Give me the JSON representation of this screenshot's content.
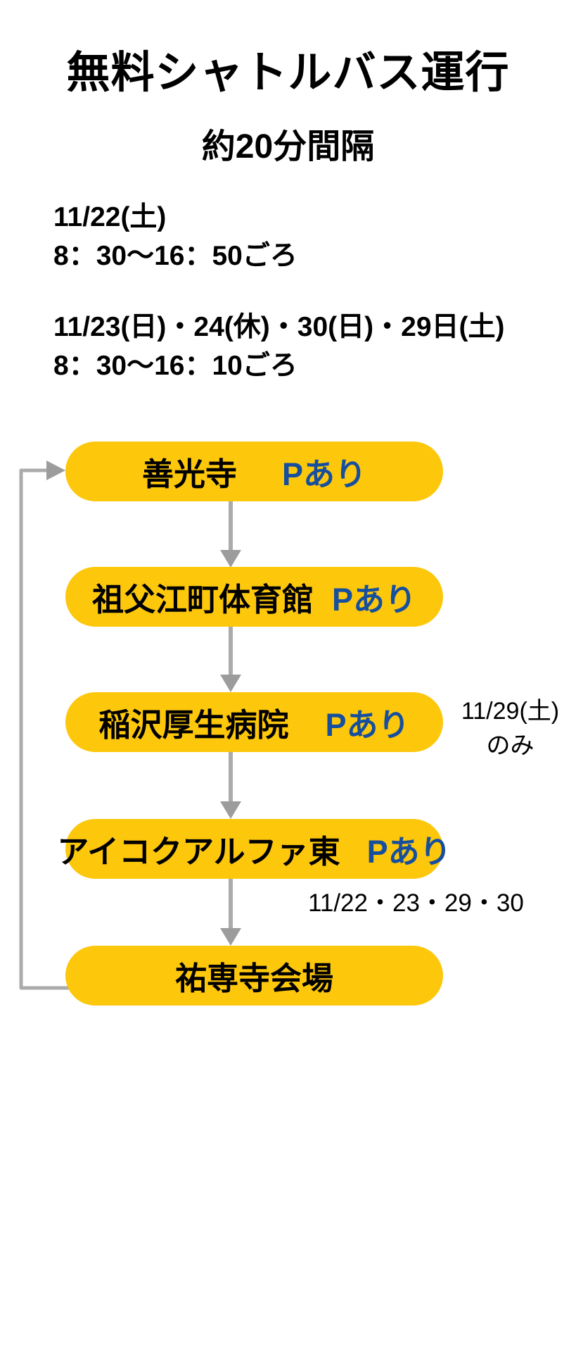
{
  "header": {
    "title": "無料シャトルバス運行",
    "subtitle": "約20分間隔"
  },
  "schedule": [
    {
      "dates": "11/22(土)",
      "time": "8：30～16：50ごろ"
    },
    {
      "dates": "11/23(日)・24(休)・30(日)・29日(土)",
      "time": "8：30～16：10ごろ"
    }
  ],
  "route": {
    "stops": [
      {
        "name": "善光寺",
        "parking": "Pあり"
      },
      {
        "name": "祖父江町体育館",
        "parking": "Pあり"
      },
      {
        "name": "稲沢厚生病院",
        "parking": "Pあり",
        "note_line1": "11/29(土)",
        "note_line2": "のみ"
      },
      {
        "name": "アイコクアルファ東",
        "parking": "Pあり",
        "note_below": "11/22・23・29・30"
      },
      {
        "name": "祐専寺会場",
        "parking": ""
      }
    ],
    "loop": "祐専寺会場から善光寺へ戻る"
  },
  "colors": {
    "pill_yellow": "#fdc70c",
    "parking_blue": "#164f9e",
    "arrow_gray": "#ababab",
    "arrowhead_gray": "#9c9c9c"
  }
}
